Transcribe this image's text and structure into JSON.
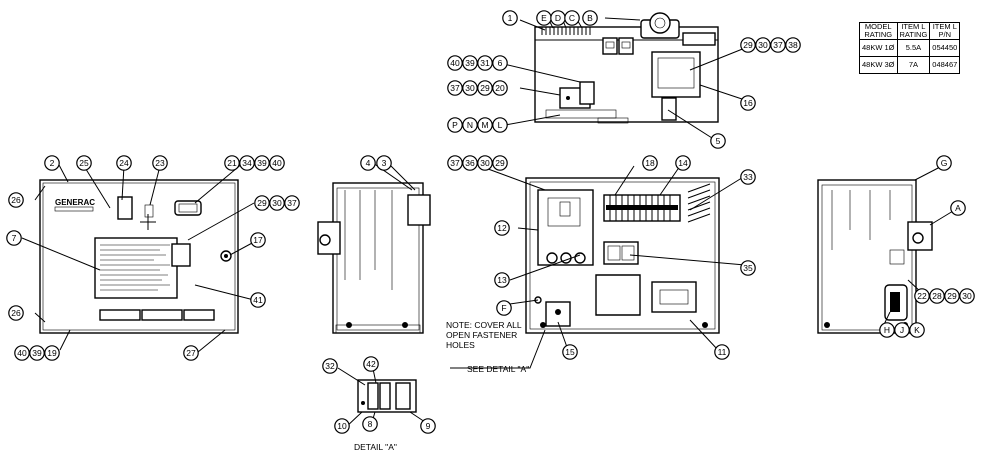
{
  "diagram": {
    "rating_table": {
      "header": [
        [
          "MODEL",
          "RATING"
        ],
        [
          "ITEM L",
          "RATING"
        ],
        [
          "ITEM L",
          "P/N"
        ]
      ],
      "rows": [
        [
          "48KW 1Ø",
          "5.5A",
          "054450"
        ],
        [
          "48KW 3Ø",
          "7A",
          "048467"
        ]
      ]
    },
    "notes": {
      "cover_note": "NOTE: COVER ALL\nOPEN FASTENER\nHOLES",
      "see_detail": "SEE DETAIL \"A\"",
      "detail_caption": "DETAIL \"A\""
    },
    "panel_branding": "GENERAC",
    "callouts": {
      "top": [
        "1",
        "E",
        "D",
        "C",
        "B",
        "40",
        "39",
        "31",
        "6",
        "37",
        "30",
        "29",
        "20",
        "P",
        "N",
        "M",
        "L",
        "29",
        "30",
        "37",
        "38",
        "16",
        "5"
      ],
      "front": [
        "2",
        "25",
        "24",
        "23",
        "21",
        "34",
        "39",
        "40",
        "26",
        "29",
        "30",
        "37",
        "7",
        "17",
        "41",
        "26",
        "27",
        "40",
        "39",
        "19"
      ],
      "side": [
        "4",
        "3"
      ],
      "interior": [
        "37",
        "36",
        "30",
        "29",
        "18",
        "14",
        "33",
        "12",
        "13",
        "35",
        "F",
        "15",
        "11"
      ],
      "right": [
        "G",
        "A",
        "22",
        "28",
        "29",
        "30",
        "H",
        "J",
        "K"
      ],
      "detail": [
        "32",
        "42",
        "10",
        "8",
        "9"
      ]
    }
  }
}
